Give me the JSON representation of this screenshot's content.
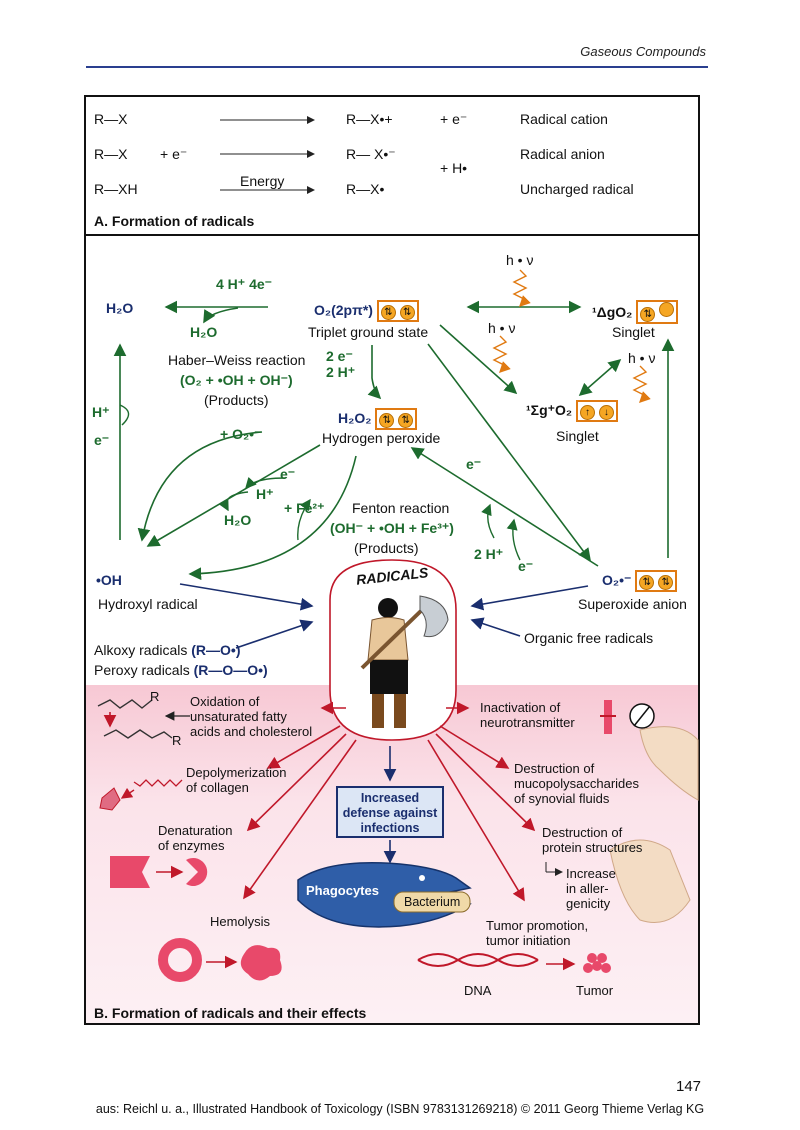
{
  "header": {
    "running_title": "Gaseous Compounds"
  },
  "sectionA": {
    "title": "A. Formation of radicals",
    "rows": [
      {
        "reactant": "R—X",
        "addend": "",
        "arrow_label": "",
        "product": "R—X•+",
        "side": "+ e⁻",
        "type": "Radical cation"
      },
      {
        "reactant": "R—X",
        "addend": "+ e⁻",
        "arrow_label": "",
        "product": "R— X•⁻",
        "side": "+ H•",
        "type": "Radical anion"
      },
      {
        "reactant": "R—XH",
        "addend": "",
        "arrow_label": "Energy",
        "product": "R—X•",
        "side": "",
        "type": "Uncharged radical"
      }
    ]
  },
  "sectionB": {
    "title": "B. Formation of radicals and their effects",
    "o2": {
      "formula": "O₂(2pπ*)",
      "label": "Triplet ground state"
    },
    "singlet1": {
      "formula": "¹ΔgO₂",
      "label": "Singlet"
    },
    "singlet2": {
      "formula": "¹Σg⁺O₂",
      "label": "Singlet"
    },
    "h2o_left": "H₂O",
    "h2o_mid": "H₂O",
    "h4e4": "4 H⁺ 4e⁻",
    "hnu": "h • ν",
    "two_e_2h": [
      "2 e⁻",
      "2 H⁺"
    ],
    "h2o2": {
      "formula": "H₂O₂",
      "label": "Hydrogen peroxide"
    },
    "haber_weiss": {
      "name": "Haber–Weiss reaction",
      "eq": "(O₂ + •OH + OH⁻)",
      "products": "(Products)"
    },
    "fenton": {
      "name": "Fenton reaction",
      "eq": "(OH⁻ + •OH + Fe³⁺)",
      "products": "(Products)"
    },
    "plus_o2": "+ O₂•⁻",
    "h_plus": "H⁺",
    "e_minus": "e⁻",
    "e_minus2": "e⁻",
    "h_plus2": "H⁺",
    "h2o_small": "H₂O",
    "fe2": "+ Fe²⁺",
    "e_minus3": "e⁻",
    "two_h": "2 H⁺",
    "e_minus4": "e⁻",
    "oh_radical": {
      "formula": "•OH",
      "label": "Hydroxyl radical"
    },
    "superoxide": {
      "formula": "O₂•⁻",
      "label": "Superoxide anion"
    },
    "alkoxy": {
      "name": "Alkoxy radicals",
      "formula": "(R—O•)"
    },
    "peroxy": {
      "name": "Peroxy radicals",
      "formula": "(R—O—O•)"
    },
    "organic": "Organic free radicals",
    "radicals_label": "RADICALS",
    "effects": {
      "oxidation": [
        "Oxidation of",
        "unsaturated fatty",
        "acids and cholesterol"
      ],
      "depolymerization": [
        "Depolymerization",
        "of collagen"
      ],
      "denaturation": [
        "Denaturation",
        "of enzymes"
      ],
      "hemolysis": "Hemolysis",
      "inactivation": [
        "Inactivation of",
        "neurotransmitter"
      ],
      "mucopoly": [
        "Destruction of",
        "mucopolysaccharides",
        "of synovial fluids"
      ],
      "protein": [
        "Destruction of",
        "protein structures"
      ],
      "allergy": [
        "Increase",
        "in aller-",
        "genicity"
      ],
      "tumor": [
        "Tumor promotion,",
        "tumor initiation"
      ],
      "defense": [
        "Increased",
        "defense against",
        "infections"
      ],
      "phagocytes": "Phagocytes",
      "bacterium": "Bacterium",
      "dna": "DNA",
      "tumor_label": "Tumor",
      "R1": "R",
      "R2": "R"
    }
  },
  "page_number": "147",
  "footer": "aus: Reichl u. a., Illustrated Handbook of Toxicology (ISBN 9783131269218) © 2011 Georg Thieme Verlag KG",
  "colors": {
    "frame": "#111111",
    "rule": "#2a3f8f",
    "green": "#1d6b2e",
    "navy": "#1a2e6e",
    "orange": "#e07a12",
    "red": "#c0182a",
    "pink": "#f7c8d4"
  }
}
